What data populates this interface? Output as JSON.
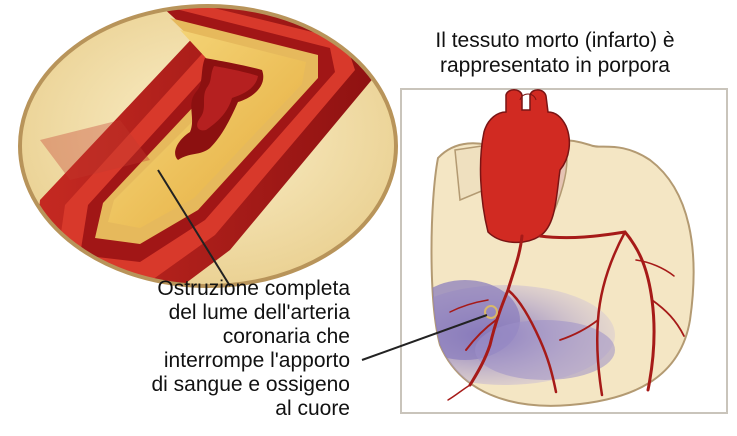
{
  "top_caption": {
    "line1": "Il tessuto morto (infarto) è",
    "line2": "rappresentato in porpora"
  },
  "occlusion_caption": {
    "lines": [
      "Ostruzione completa",
      "del lume dell'arteria",
      "coronaria che",
      "interrompe l'apporto",
      "di sangue e ossigeno",
      "al cuore"
    ]
  },
  "colors": {
    "artery_red": "#b31e1e",
    "artery_dark": "#7a0e0e",
    "heart_cream": "#f4e6c4",
    "infarct_purple": "#8c7fbe",
    "plaque_yellow": "#f0c75a",
    "inset_bg": "#f6e4b4"
  }
}
